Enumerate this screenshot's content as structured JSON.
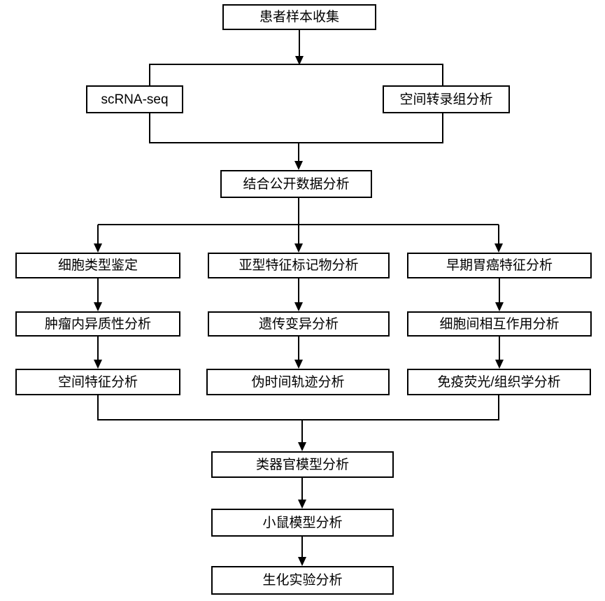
{
  "diagram": {
    "type": "flowchart",
    "background_color": "#ffffff",
    "line_color": "#000000",
    "box_fill": "#ffffff",
    "box_border_color": "#000000",
    "text_color": "#000000",
    "nodes": {
      "patient_sample_collection": {
        "label": "患者样本收集"
      },
      "scrna_seq": {
        "label": "scRNA-seq"
      },
      "spatial_transcriptomics": {
        "label": "空间转录组分析"
      },
      "combined_public_data": {
        "label": "结合公开数据分析"
      },
      "cell_type_identification": {
        "label": "细胞类型鉴定"
      },
      "subtype_marker_analysis": {
        "label": "亚型特征标记物分析"
      },
      "early_gastric_cancer_features": {
        "label": "早期胃癌特征分析"
      },
      "intratumoral_heterogeneity": {
        "label": "肿瘤内异质性分析"
      },
      "genetic_variation": {
        "label": "遗传变异分析"
      },
      "cell_cell_interaction": {
        "label": "细胞间相互作用分析"
      },
      "spatial_features": {
        "label": "空间特征分析"
      },
      "pseudotime_trajectory": {
        "label": "伪时间轨迹分析"
      },
      "immunofluorescence_histology": {
        "label": "免疫荧光/组织学分析"
      },
      "organoid_model": {
        "label": "类器官模型分析"
      },
      "mouse_model": {
        "label": "小鼠模型分析"
      },
      "biochemical_experiment": {
        "label": "生化实验分析"
      }
    },
    "edges": [
      {
        "from": "patient_sample_collection",
        "to": "scrna_seq"
      },
      {
        "from": "patient_sample_collection",
        "to": "spatial_transcriptomics"
      },
      {
        "from": "scrna_seq",
        "to": "combined_public_data"
      },
      {
        "from": "spatial_transcriptomics",
        "to": "combined_public_data"
      },
      {
        "from": "combined_public_data",
        "to": "cell_type_identification"
      },
      {
        "from": "combined_public_data",
        "to": "subtype_marker_analysis"
      },
      {
        "from": "combined_public_data",
        "to": "early_gastric_cancer_features"
      },
      {
        "from": "cell_type_identification",
        "to": "intratumoral_heterogeneity"
      },
      {
        "from": "intratumoral_heterogeneity",
        "to": "spatial_features"
      },
      {
        "from": "subtype_marker_analysis",
        "to": "genetic_variation"
      },
      {
        "from": "genetic_variation",
        "to": "pseudotime_trajectory"
      },
      {
        "from": "early_gastric_cancer_features",
        "to": "cell_cell_interaction"
      },
      {
        "from": "cell_cell_interaction",
        "to": "immunofluorescence_histology"
      },
      {
        "from": "spatial_features",
        "to": "organoid_model"
      },
      {
        "from": "immunofluorescence_histology",
        "to": "organoid_model"
      },
      {
        "from": "organoid_model",
        "to": "mouse_model"
      },
      {
        "from": "mouse_model",
        "to": "biochemical_experiment"
      }
    ]
  }
}
